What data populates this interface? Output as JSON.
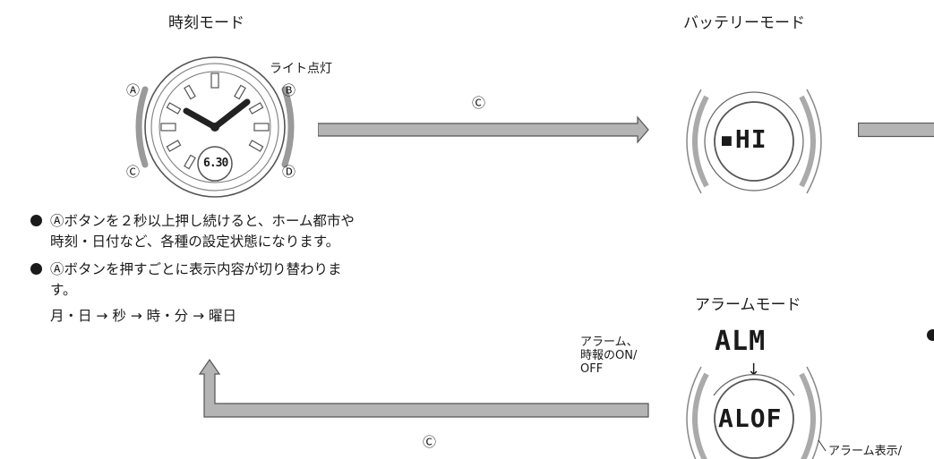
{
  "modes": {
    "time": "時刻モード",
    "battery": "バッテリーモード",
    "alarm": "アラームモード"
  },
  "labels": {
    "light_on": "ライト点灯",
    "alarm_on_off": "アラーム、\n時報のON/\nOFF",
    "alarm_display": "アラーム表示/"
  },
  "buttons": {
    "a": "Ⓐ",
    "b": "Ⓑ",
    "c": "Ⓒ",
    "d": "Ⓓ"
  },
  "arrows": {
    "top": "Ⓒ",
    "bottom": "Ⓒ"
  },
  "watch": {
    "digital": "6.30"
  },
  "battery_display": "▪HI",
  "alarm_display": {
    "top": "ALM",
    "down_arrow": "↓",
    "value": "ALOF"
  },
  "notes": [
    "Ⓐボタンを２秒以上押し続けると、ホーム都市や",
    "時刻・日付など、各種の設定状態になります。",
    "Ⓐボタンを押すごとに表示内容が切り替わりま",
    "す。",
    "月・日 → 秒 → 時・分 → 曜日"
  ]
}
